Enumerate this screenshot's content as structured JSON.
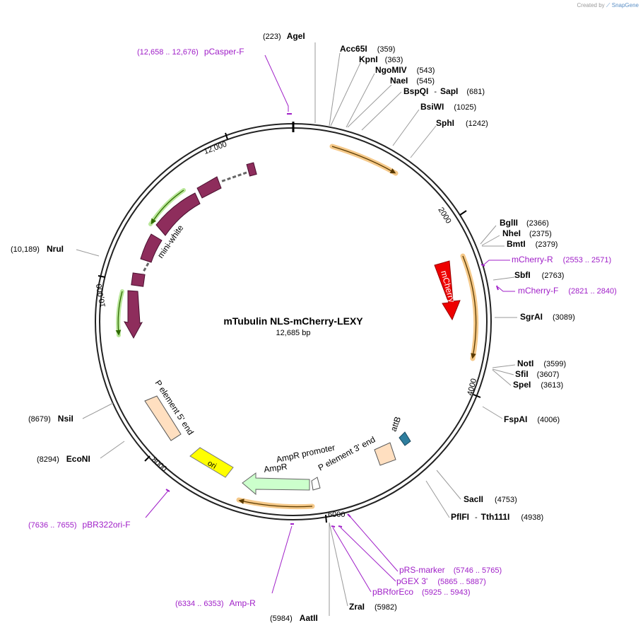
{
  "watermark": {
    "prefix": "Created by",
    "brand": "SnapGene"
  },
  "plasmid": {
    "name": "mTubulin NLS-mCherry-LEXY",
    "length": "12,685 bp"
  },
  "ticks": [
    "2000",
    "4000",
    "6000",
    "8000",
    "10,000",
    "12,000"
  ],
  "enzymes": [
    {
      "name": "AgeI",
      "pos": "(223)"
    },
    {
      "name": "Acc65I",
      "pos": "(359)"
    },
    {
      "name": "KpnI",
      "pos": "(363)"
    },
    {
      "name": "NgoMIV",
      "pos": "(543)"
    },
    {
      "name": "NaeI",
      "pos": "(545)"
    },
    {
      "name": "BspQI",
      "sep": "-",
      "name2": "SapI",
      "pos": "(681)"
    },
    {
      "name": "BsiWI",
      "pos": "(1025)"
    },
    {
      "name": "SphI",
      "pos": "(1242)"
    },
    {
      "name": "BglII",
      "pos": "(2366)"
    },
    {
      "name": "NheI",
      "pos": "(2375)"
    },
    {
      "name": "BmtI",
      "pos": "(2379)"
    },
    {
      "name": "SbfI",
      "pos": "(2763)"
    },
    {
      "name": "SgrAI",
      "pos": "(3089)"
    },
    {
      "name": "NotI",
      "pos": "(3599)"
    },
    {
      "name": "SfiI",
      "pos": "(3607)"
    },
    {
      "name": "SpeI",
      "pos": "(3613)"
    },
    {
      "name": "FspAI",
      "pos": "(4006)"
    },
    {
      "name": "SacII",
      "pos": "(4753)"
    },
    {
      "name": "PflFI",
      "sep": "-",
      "name2": "Tth111I",
      "pos": "(4938)"
    },
    {
      "name": "ZraI",
      "pos": "(5982)"
    },
    {
      "name": "AatII",
      "pos": "(5984)"
    },
    {
      "name": "EcoNI",
      "pos": "(8294)"
    },
    {
      "name": "NsiI",
      "pos": "(8679)"
    },
    {
      "name": "NruI",
      "pos": "(10,189)"
    }
  ],
  "primers": [
    {
      "name": "pCasper-F",
      "range": "(12,658 .. 12,676)"
    },
    {
      "name": "mCherry-R",
      "range": "(2553 .. 2571)"
    },
    {
      "name": "mCherry-F",
      "range": "(2821 .. 2840)"
    },
    {
      "name": "pRS-marker",
      "range": "(5746 .. 5765)"
    },
    {
      "name": "pGEX 3'",
      "range": "(5865 .. 5887)"
    },
    {
      "name": "pBRforEco",
      "range": "(5925 .. 5943)"
    },
    {
      "name": "Amp-R",
      "range": "(6334 .. 6353)"
    },
    {
      "name": "pBR322ori-F",
      "range": "(7636 .. 7655)"
    }
  ],
  "features": {
    "mcherry": "mCherry",
    "mini_white": "mini-white",
    "p_element_5": "P element 5' end",
    "p_element_3": "P element 3' end",
    "attb": "attB",
    "ori": "ori",
    "ampr": "AmpR",
    "ampr_promoter": "AmpR promoter"
  },
  "colors": {
    "enzyme_text": "#000000",
    "primer": "#a020c8",
    "orf_fill": "#f5c98a",
    "orf_stroke": "#8a5a00",
    "mcherry": "#ee0000",
    "mini_white": "#8e2d5c",
    "green_arrow": "#59a700",
    "p_element": "#ffdfc0",
    "attb": "#2e7e9e",
    "ori": "#ffff00",
    "ampr": "#ccffcc"
  }
}
